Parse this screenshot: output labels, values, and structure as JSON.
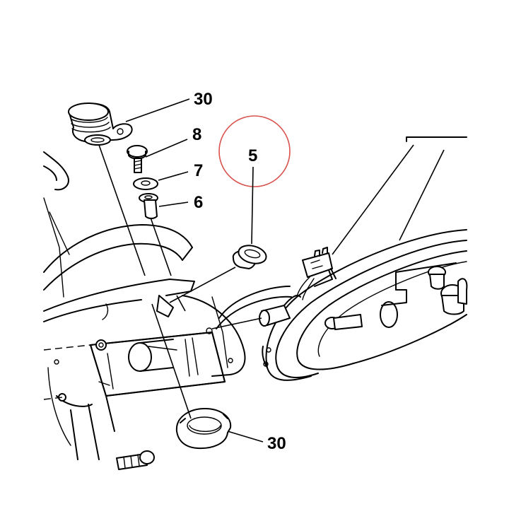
{
  "labels": {
    "part_30_top": "30",
    "part_8": "8",
    "part_7": "7",
    "part_6": "6",
    "part_5": "5",
    "part_30_bottom": "30"
  },
  "colors": {
    "ink": "#000000",
    "highlight_circle": "#d9534f",
    "background": "#ffffff"
  }
}
